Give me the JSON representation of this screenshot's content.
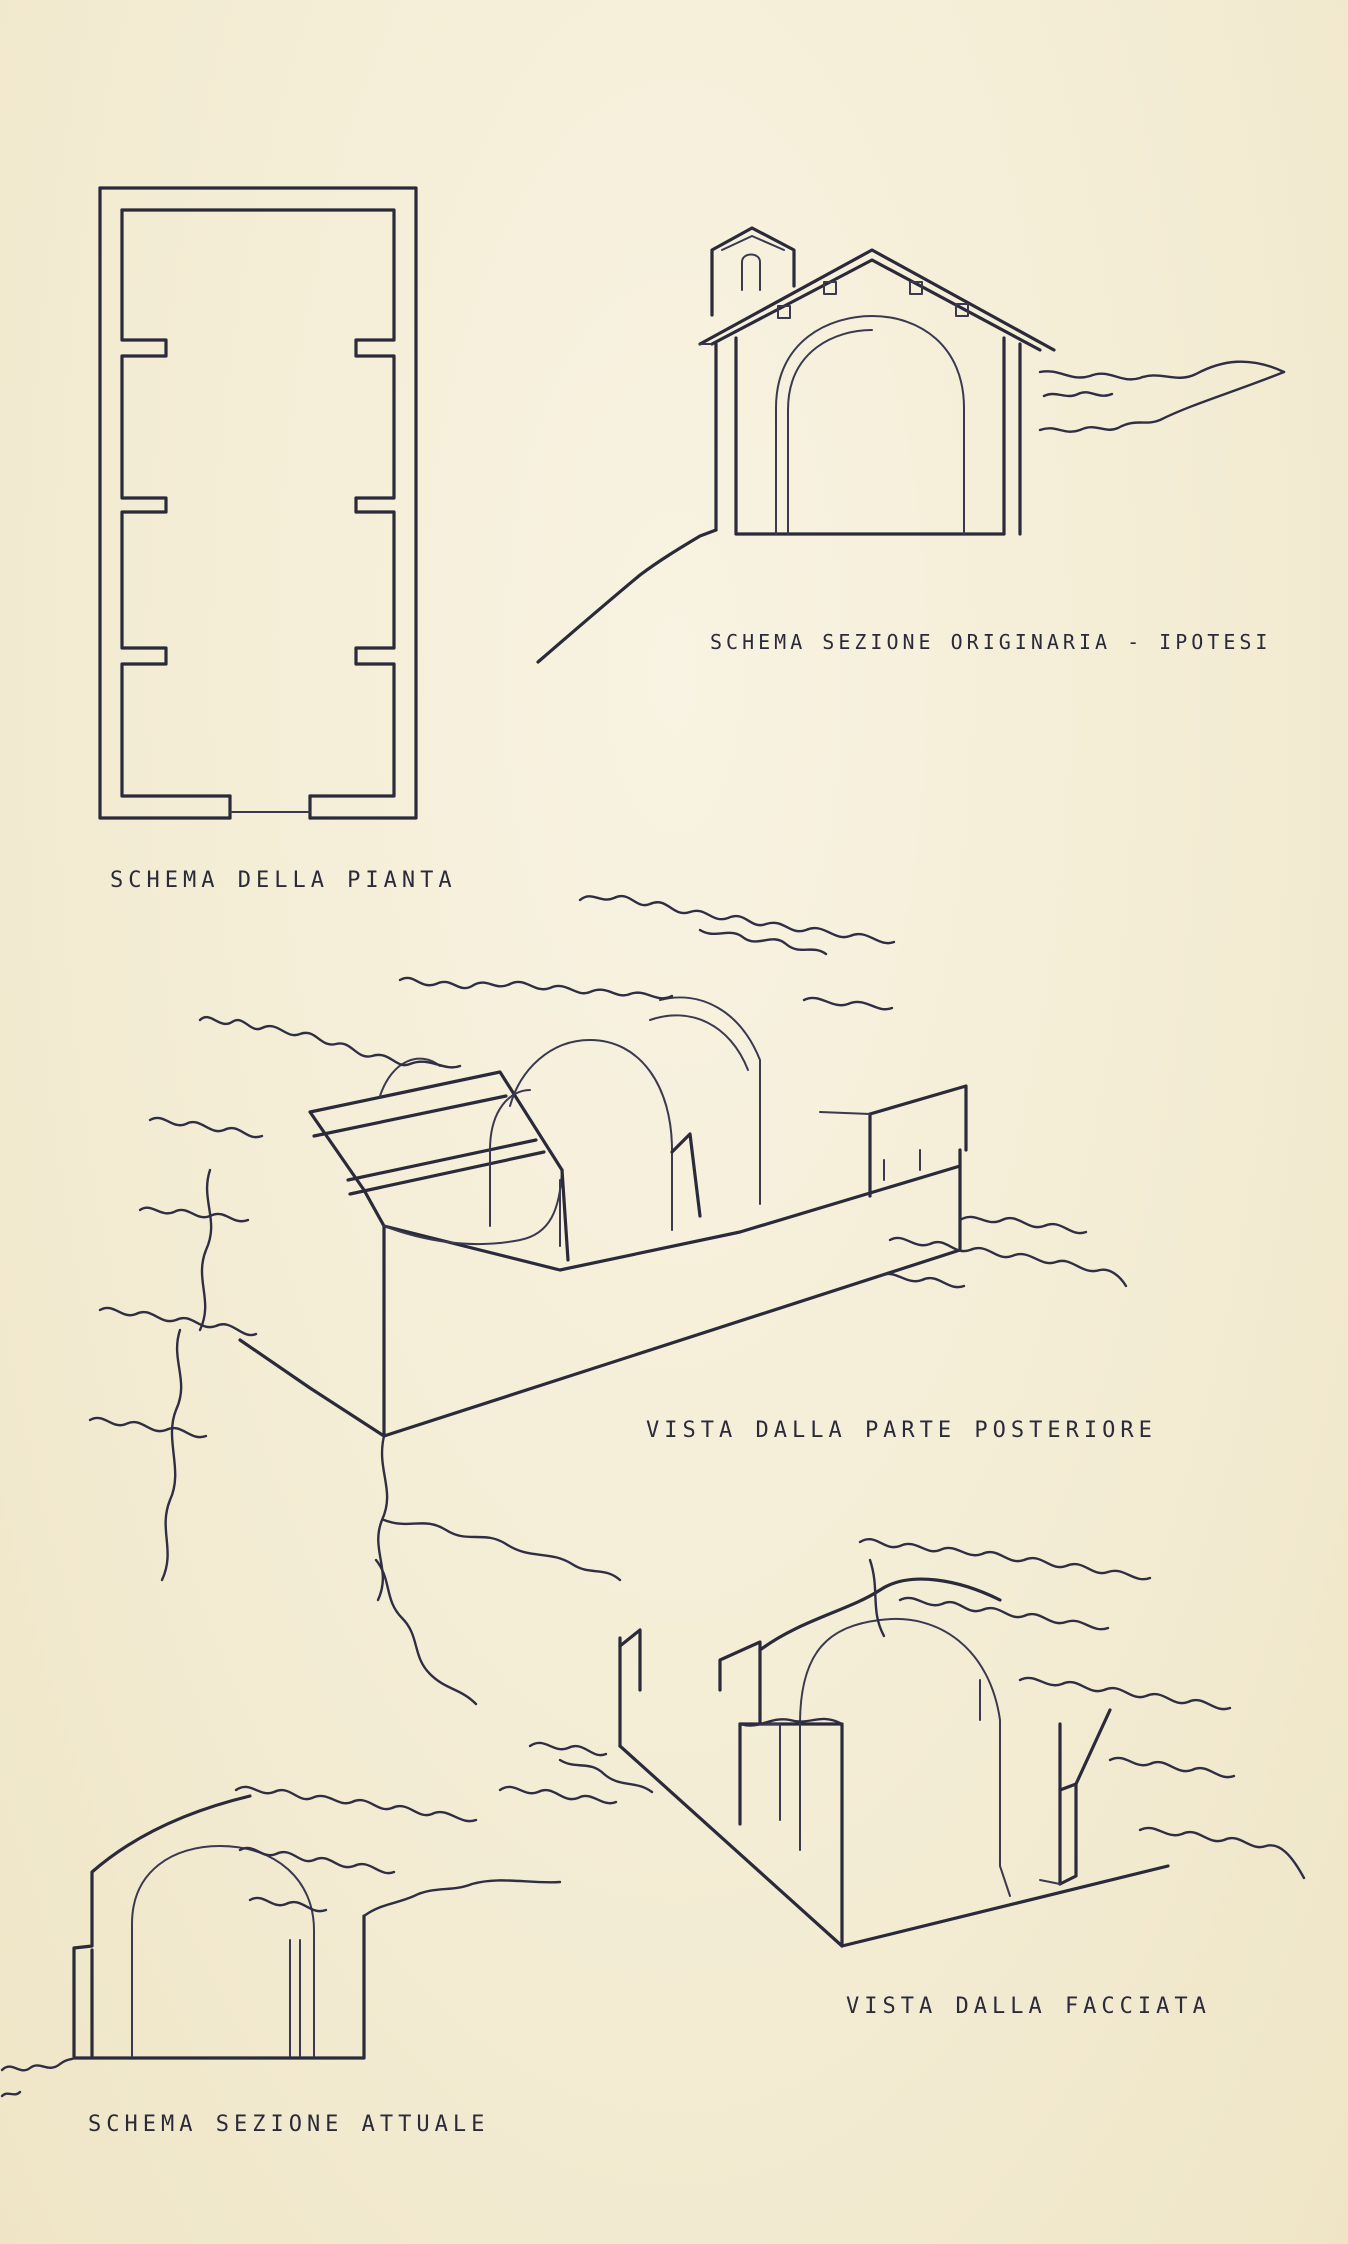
{
  "captions": {
    "plan": "SCHEMA DELLA PIANTA",
    "original_section": "SCHEMA SEZIONE ORIGINARIA - IPOTESI",
    "rear_view": "VISTA DALLA PARTE POSTERIORE",
    "facade_view": "VISTA DALLA FACCIATA",
    "current_section": "SCHEMA SEZIONE ATTUALE"
  },
  "colors": {
    "paper": "#f5efd9",
    "ink": "#2b2a3a"
  }
}
